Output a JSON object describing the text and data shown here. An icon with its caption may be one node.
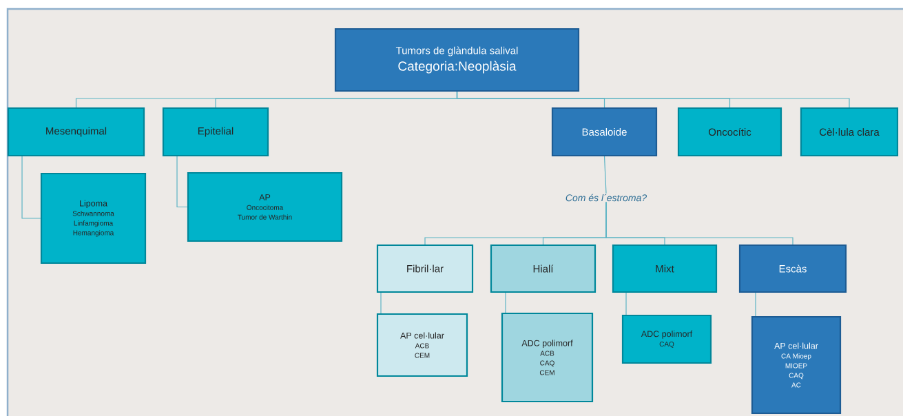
{
  "diagram": {
    "nodes": [
      {
        "text": [
          "Tumors de glàndula salival",
          "Categoria:Neoplàsia"
        ]
      },
      {
        "text": [
          "Mesenquimal"
        ]
      },
      {
        "text": [
          "Epitelial"
        ]
      },
      {
        "text": [
          "Basaloide"
        ]
      },
      {
        "text": [
          "Oncocític"
        ]
      },
      {
        "text": [
          "Cèl·lula clara"
        ]
      },
      {
        "text": [
          "Lipoma",
          "Schwannoma",
          "Linfamgioma",
          "Hemangioma"
        ]
      },
      {
        "text": [
          "AP",
          "Oncocitoma",
          "Tumor de Warthin"
        ]
      },
      {
        "text": [
          "Com és l´estroma?"
        ]
      },
      {
        "text": [
          "Fibril·lar"
        ]
      },
      {
        "text": [
          "Hialí"
        ]
      },
      {
        "text": [
          "Mixt"
        ]
      },
      {
        "text": [
          "Escàs"
        ]
      },
      {
        "text": [
          "AP cel·lular",
          "ACB",
          "CEM"
        ]
      },
      {
        "text": [
          "ADC polimorf",
          "ACB",
          "CAQ",
          "CEM"
        ]
      },
      {
        "text": [
          "ADC polimorf",
          "CAQ"
        ]
      },
      {
        "text": [
          "AP cel·lular",
          "CA Mioep",
          "MIOEP",
          "CAQ",
          "AC"
        ]
      }
    ],
    "edges": [
      {
        "from": 0,
        "to": 1,
        "arrow": "none"
      },
      {
        "from": 0,
        "to": 2,
        "arrow": "none"
      },
      {
        "from": 0,
        "to": 3,
        "arrow": "none"
      },
      {
        "from": 0,
        "to": 4,
        "arrow": "none"
      },
      {
        "from": 0,
        "to": 5,
        "arrow": "none"
      },
      {
        "from": 1,
        "to": 6,
        "arrow": "none"
      },
      {
        "from": 2,
        "to": 7,
        "arrow": "none"
      },
      {
        "from": 3,
        "to": 8,
        "arrow": "none"
      },
      {
        "from": 8,
        "to": 9,
        "arrow": "none"
      },
      {
        "from": 8,
        "to": 10,
        "arrow": "none"
      },
      {
        "from": 8,
        "to": 11,
        "arrow": "none"
      },
      {
        "from": 8,
        "to": 12,
        "arrow": "none"
      },
      {
        "from": 9,
        "to": 13,
        "arrow": "none"
      },
      {
        "from": 10,
        "to": 14,
        "arrow": "none"
      },
      {
        "from": 11,
        "to": 15,
        "arrow": "none"
      },
      {
        "from": 12,
        "to": 16,
        "arrow": "none"
      }
    ]
  }
}
